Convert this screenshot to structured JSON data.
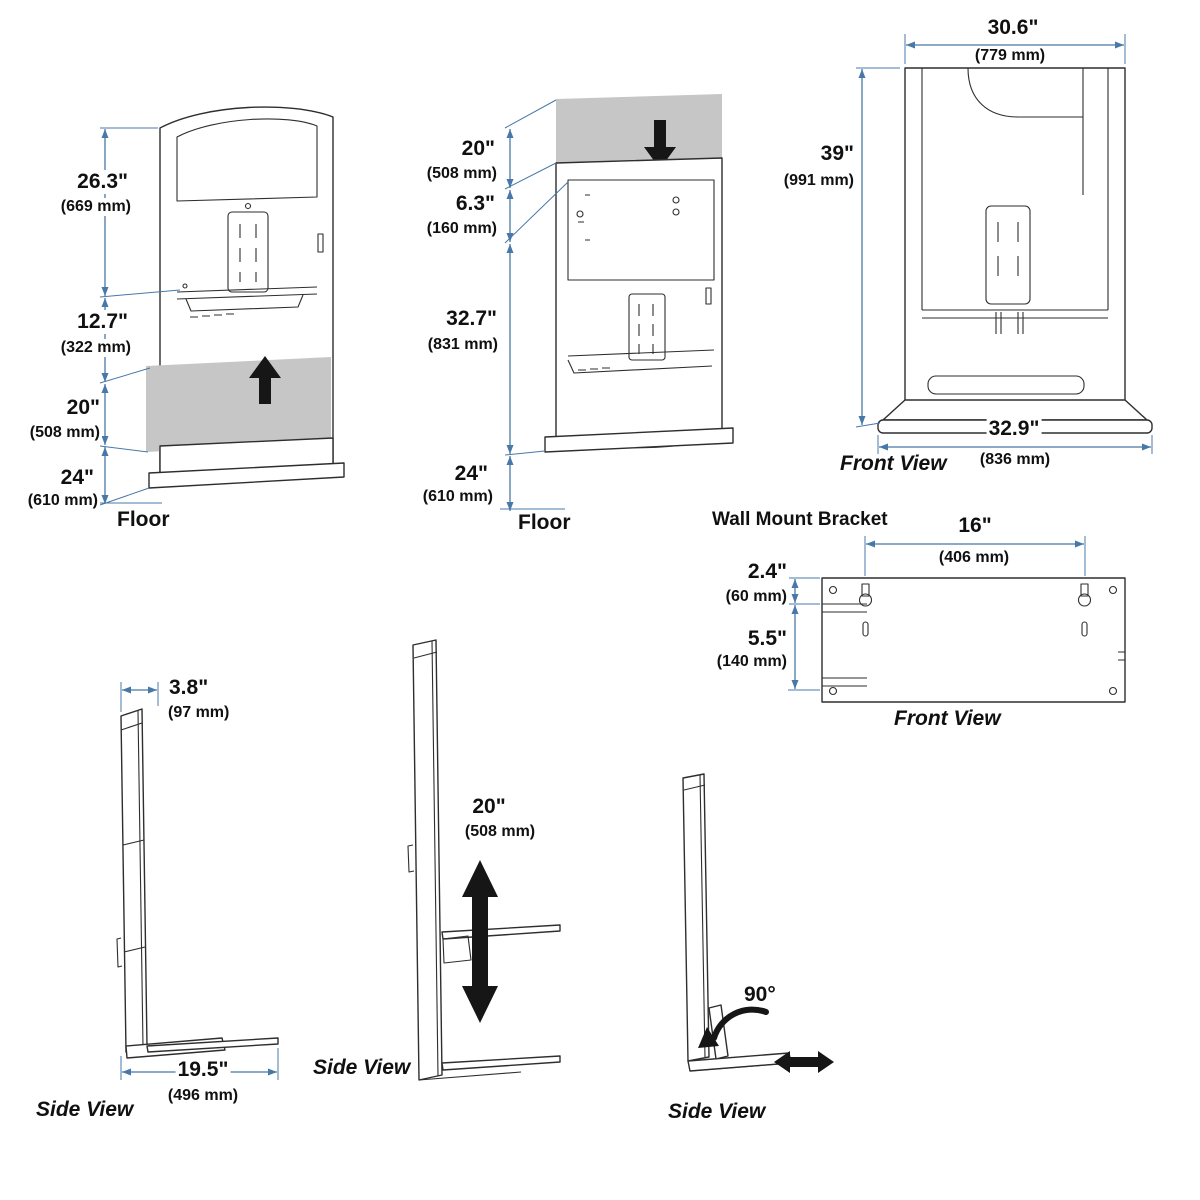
{
  "figure": {
    "front_raised": {
      "d1_in": "26.3\"",
      "d1_mm": "(669 mm)",
      "d2_in": "12.7\"",
      "d2_mm": "(322 mm)",
      "d3_in": "20\"",
      "d3_mm": "(508 mm)",
      "d4_in": "24\"",
      "d4_mm": "(610 mm)",
      "floor": "Floor"
    },
    "front_lowered": {
      "d1_in": "20\"",
      "d1_mm": "(508 mm)",
      "d2_in": "6.3\"",
      "d2_mm": "(160 mm)",
      "d3_in": "32.7\"",
      "d3_mm": "(831 mm)",
      "d4_in": "24\"",
      "d4_mm": "(610 mm)",
      "floor": "Floor"
    },
    "front_full": {
      "top_in": "30.6\"",
      "top_mm": "(779 mm)",
      "h_in": "39\"",
      "h_mm": "(991 mm)",
      "bottom_in": "32.9\"",
      "bottom_mm": "(836 mm)",
      "caption": "Front View"
    },
    "bracket": {
      "title": "Wall Mount Bracket",
      "w_in": "16\"",
      "w_mm": "(406 mm)",
      "a_in": "2.4\"",
      "a_mm": "(60 mm)",
      "b_in": "5.5\"",
      "b_mm": "(140 mm)",
      "caption": "Front View"
    },
    "side_left": {
      "depth_in": "3.8\"",
      "depth_mm": "(97 mm)",
      "base_in": "19.5\"",
      "base_mm": "(496 mm)",
      "caption": "Side View"
    },
    "side_middle": {
      "travel_in": "20\"",
      "travel_mm": "(508 mm)",
      "caption": "Side View"
    },
    "side_right": {
      "angle": "90°",
      "caption": "Side View"
    }
  },
  "colors": {
    "dimension_line": "#4878a8",
    "artwork_line": "#2e2e2e",
    "shade": "#c6c6c6",
    "arrow": "#161616"
  }
}
